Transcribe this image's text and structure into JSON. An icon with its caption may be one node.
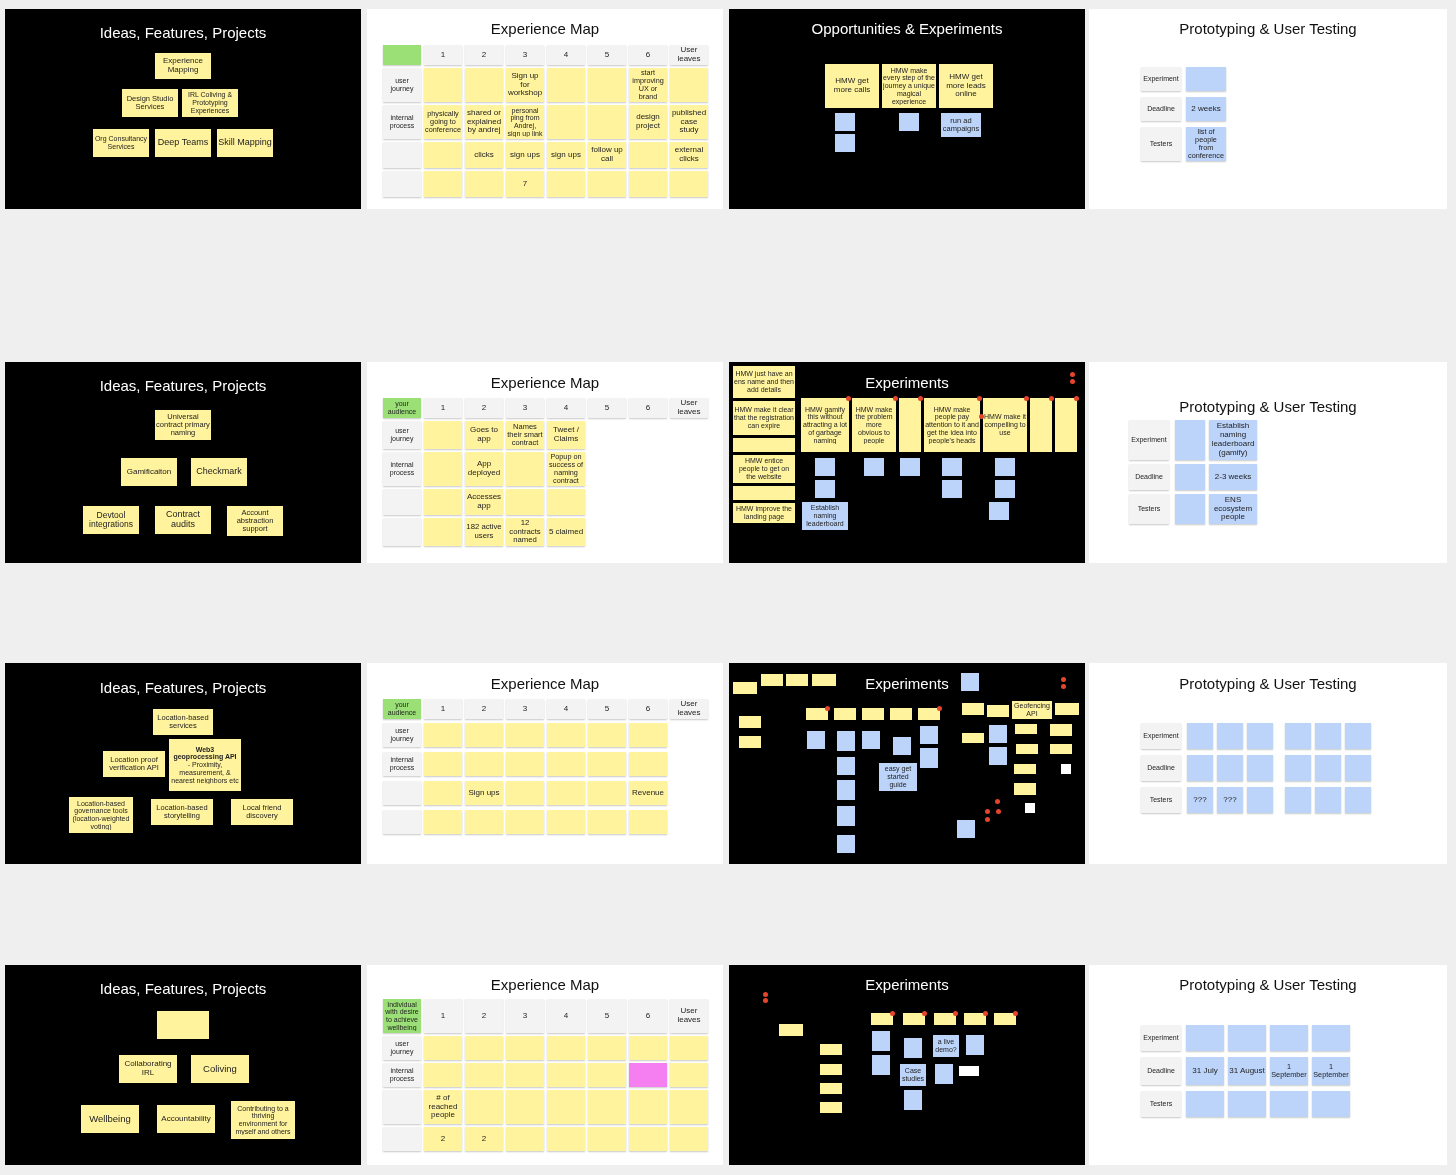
{
  "diagram": {
    "nodes": [
      {
        "text": [
          "Ideas, Features, Projects"
        ]
      },
      {
        "text": [
          "Experience Mapping"
        ],
        "in": 0
      },
      {
        "text": [
          "Design Studio Services"
        ],
        "in": 0
      },
      {
        "text": [
          "IRL Coliving & Prototyping Experiences"
        ],
        "in": 0
      },
      {
        "text": [
          "Org Consultancy Services"
        ],
        "in": 0
      },
      {
        "text": [
          "Deep Teams"
        ],
        "in": 0
      },
      {
        "text": [
          "Skill Mapping"
        ],
        "in": 0
      },
      {
        "text": [
          "Experience Map"
        ]
      },
      {
        "text": [],
        "shape": "box",
        "in": 7
      },
      {
        "text": [
          "1"
        ],
        "in": 7
      },
      {
        "text": [
          "2"
        ],
        "in": 7
      },
      {
        "text": [
          "3"
        ],
        "in": 7
      },
      {
        "text": [
          "4"
        ],
        "in": 7
      },
      {
        "text": [
          "5"
        ],
        "in": 7
      },
      {
        "text": [
          "6"
        ],
        "in": 7
      },
      {
        "text": [
          "User leaves"
        ],
        "in": 7
      },
      {
        "text": [
          "user journey"
        ],
        "in": 7
      },
      {
        "text": [],
        "shape": "box",
        "in": 7
      },
      {
        "text": [],
        "shape": "box",
        "in": 7
      },
      {
        "text": [
          "Sign up for workshop"
        ],
        "in": 7
      },
      {
        "text": [],
        "shape": "box",
        "in": 7
      },
      {
        "text": [],
        "shape": "box",
        "in": 7
      },
      {
        "text": [
          "start improving UX or brand"
        ],
        "in": 7
      },
      {
        "text": [],
        "shape": "box",
        "in": 7
      },
      {
        "text": [
          "internal process"
        ],
        "in": 7
      },
      {
        "text": [
          "physically going to conference"
        ],
        "in": 7
      },
      {
        "text": [
          "shared or explained by andrej"
        ],
        "in": 7
      },
      {
        "text": [
          "personal ping from Andrej, sign up link"
        ],
        "in": 7
      },
      {
        "text": [],
        "shape": "box",
        "in": 7
      },
      {
        "text": [],
        "shape": "box",
        "in": 7
      },
      {
        "text": [
          "design project"
        ],
        "in": 7
      },
      {
        "text": [
          "published case study"
        ],
        "in": 7
      },
      {
        "text": [],
        "shape": "box",
        "in": 7
      },
      {
        "text": [],
        "shape": "box",
        "in": 7
      },
      {
        "text": [
          "clicks"
        ],
        "in": 7
      },
      {
        "text": [
          "sign ups"
        ],
        "in": 7
      },
      {
        "text": [
          "sign ups"
        ],
        "in": 7
      },
      {
        "text": [
          "follow up call"
        ],
        "in": 7
      },
      {
        "text": [],
        "shape": "box",
        "in": 7
      },
      {
        "text": [
          "external clicks"
        ],
        "in": 7
      },
      {
        "text": [],
        "shape": "box",
        "in": 7
      },
      {
        "text": [],
        "shape": "box",
        "in": 7
      },
      {
        "text": [],
        "shape": "box",
        "in": 7
      },
      {
        "text": [
          "7"
        ],
        "in": 7
      },
      {
        "text": [],
        "shape": "box",
        "in": 7
      },
      {
        "text": [],
        "shape": "box",
        "in": 7
      },
      {
        "text": [],
        "shape": "box",
        "in": 7
      },
      {
        "text": [],
        "shape": "box",
        "in": 7
      },
      {
        "text": [
          "Opportunities & Experiments"
        ]
      },
      {
        "text": [
          "HMW get more calls"
        ],
        "in": 48
      },
      {
        "text": [
          "HMW make every step of the journey a unique magical experience"
        ],
        "in": 48
      },
      {
        "text": [
          "HMW get more leads online"
        ],
        "in": 48
      },
      {
        "text": [],
        "shape": "box",
        "in": 48
      },
      {
        "text": [],
        "shape": "box",
        "in": 48
      },
      {
        "text": [],
        "shape": "box",
        "in": 48
      },
      {
        "text": [
          "run ad campaigns"
        ],
        "in": 48
      },
      {
        "text": [
          "Prototyping & User Testing"
        ]
      },
      {
        "text": [
          "Experiment"
        ],
        "in": 56
      },
      {
        "text": [],
        "shape": "box",
        "in": 56
      },
      {
        "text": [
          "Deadline"
        ],
        "in": 56
      },
      {
        "text": [
          "2 weeks"
        ],
        "in": 56
      },
      {
        "text": [
          "Testers"
        ],
        "in": 56
      },
      {
        "text": [
          "list of people from conference"
        ],
        "in": 56
      },
      {
        "text": [
          "Ideas, Features, Projects"
        ]
      },
      {
        "text": [
          "Universal contract primary naming"
        ],
        "in": 63
      },
      {
        "text": [
          "Gamificaiton"
        ],
        "in": 63
      },
      {
        "text": [
          "Checkmark"
        ],
        "in": 63
      },
      {
        "text": [
          "Devtool integrations"
        ],
        "in": 63
      },
      {
        "text": [
          "Contract audits"
        ],
        "in": 63
      },
      {
        "text": [
          "Account abstraction support"
        ],
        "in": 63
      },
      {
        "text": [
          "Experience Map"
        ]
      },
      {
        "text": [
          "your audience"
        ],
        "in": 70
      },
      {
        "text": [
          "1"
        ],
        "in": 70
      },
      {
        "text": [
          "2"
        ],
        "in": 70
      },
      {
        "text": [
          "3"
        ],
        "in": 70
      },
      {
        "text": [
          "4"
        ],
        "in": 70
      },
      {
        "text": [
          "5"
        ],
        "in": 70
      },
      {
        "text": [
          "6"
        ],
        "in": 70
      },
      {
        "text": [
          "User leaves"
        ],
        "in": 70
      },
      {
        "text": [
          "user journey"
        ],
        "in": 70
      },
      {
        "text": [],
        "shape": "box",
        "in": 70
      },
      {
        "text": [
          "Goes to app"
        ],
        "in": 70
      },
      {
        "text": [
          "Names their smart contract"
        ],
        "in": 70
      },
      {
        "text": [
          "Tweet / Claims"
        ],
        "in": 70
      },
      {
        "text": [
          "internal process"
        ],
        "in": 70
      },
      {
        "text": [],
        "shape": "box",
        "in": 70
      },
      {
        "text": [
          "App deployed"
        ],
        "in": 70
      },
      {
        "text": [],
        "shape": "box",
        "in": 70
      },
      {
        "text": [
          "Popup on success of naming contract"
        ],
        "in": 70
      },
      {
        "text": [],
        "shape": "box",
        "in": 70
      },
      {
        "text": [],
        "shape": "box",
        "in": 70
      },
      {
        "text": [
          "Accesses app"
        ],
        "in": 70
      },
      {
        "text": [],
        "shape": "box",
        "in": 70
      },
      {
        "text": [],
        "shape": "box",
        "in": 70
      },
      {
        "text": [],
        "shape": "box",
        "in": 70
      },
      {
        "text": [],
        "shape": "box",
        "in": 70
      },
      {
        "text": [
          "182 active users"
        ],
        "in": 70
      },
      {
        "text": [
          "12 contracts named"
        ],
        "in": 70
      },
      {
        "text": [
          "5 claimed"
        ],
        "in": 70
      },
      {
        "text": [
          "Experiments"
        ]
      },
      {
        "text": [
          "HMW just have an ens name and then add details"
        ],
        "in": 99
      },
      {
        "text": [
          "HMW make it clear that the registration can expire"
        ],
        "in": 99
      },
      {
        "text": [],
        "shape": "box",
        "in": 99
      },
      {
        "text": [
          "HMW entice people to get on the website"
        ],
        "in": 99
      },
      {
        "text": [],
        "shape": "box",
        "in": 99
      },
      {
        "text": [
          "HMW improve the landing page"
        ],
        "in": 99
      },
      {
        "text": [
          "HMW gamify this without attracting a lot of garbage naming"
        ],
        "in": 99
      },
      {
        "text": [
          "HMW make the problem more obvious to people"
        ],
        "in": 99
      },
      {
        "text": [],
        "shape": "box",
        "in": 99
      },
      {
        "text": [
          "HMW make people pay attention to it and get the idea into people's heads"
        ],
        "in": 99
      },
      {
        "text": [
          "HMW make it compelling to use"
        ],
        "in": 99
      },
      {
        "text": [],
        "shape": "box",
        "in": 99
      },
      {
        "text": [],
        "shape": "box",
        "in": 99
      },
      {
        "text": [],
        "shape": "box",
        "in": 99
      },
      {
        "text": [],
        "shape": "box",
        "in": 99
      },
      {
        "text": [
          "Establish naming leaderboard"
        ],
        "in": 99
      },
      {
        "text": [],
        "shape": "box",
        "in": 99
      },
      {
        "text": [],
        "shape": "box",
        "in": 99
      },
      {
        "text": [],
        "shape": "box",
        "in": 99
      },
      {
        "text": [],
        "shape": "box",
        "in": 99
      },
      {
        "text": [],
        "shape": "box",
        "in": 99
      },
      {
        "text": [],
        "shape": "box",
        "in": 99
      },
      {
        "text": [],
        "shape": "box",
        "in": 99
      },
      {
        "text": [
          "Prototyping & User Testing"
        ]
      },
      {
        "text": [
          "Experiment"
        ],
        "in": 123
      },
      {
        "text": [],
        "shape": "box",
        "in": 123
      },
      {
        "text": [
          "Establish naming leaderboard (gamify)"
        ],
        "in": 123
      },
      {
        "text": [
          "Deadline"
        ],
        "in": 123
      },
      {
        "text": [],
        "shape": "box",
        "in": 123
      },
      {
        "text": [
          "2-3 weeks"
        ],
        "in": 123
      },
      {
        "text": [
          "Testers"
        ],
        "in": 123
      },
      {
        "text": [],
        "shape": "box",
        "in": 123
      },
      {
        "text": [
          "ENS ecosystem people"
        ],
        "in": 123
      },
      {
        "text": [
          "Ideas, Features, Projects"
        ]
      },
      {
        "text": [
          "Location-based services"
        ],
        "in": 133
      },
      {
        "text": [
          "Location proof verification API"
        ],
        "in": 133
      },
      {
        "text": [
          "Web3 geoprocessing API",
          "- Proximity, measurement, & nearest neighbors etc"
        ],
        "in": 133
      },
      {
        "text": [
          "Location-based governance tools (location-weighted voting)"
        ],
        "in": 133
      },
      {
        "text": [
          "Location-based storytelling"
        ],
        "in": 133
      },
      {
        "text": [
          "Local friend discovery"
        ],
        "in": 133
      },
      {
        "text": [
          "Experience Map"
        ]
      },
      {
        "text": [
          "your audience"
        ],
        "in": 140
      },
      {
        "text": [
          "1"
        ],
        "in": 140
      },
      {
        "text": [
          "2"
        ],
        "in": 140
      },
      {
        "text": [
          "3"
        ],
        "in": 140
      },
      {
        "text": [
          "4"
        ],
        "in": 140
      },
      {
        "text": [
          "5"
        ],
        "in": 140
      },
      {
        "text": [
          "6"
        ],
        "in": 140
      },
      {
        "text": [
          "User leaves"
        ],
        "in": 140
      },
      {
        "text": [
          "user journey"
        ],
        "in": 140
      },
      {
        "text": [],
        "shape": "box",
        "in": 140
      },
      {
        "text": [],
        "shape": "box",
        "in": 140
      },
      {
        "text": [],
        "shape": "box",
        "in": 140
      },
      {
        "text": [],
        "shape": "box",
        "in": 140
      },
      {
        "text": [],
        "shape": "box",
        "in": 140
      },
      {
        "text": [],
        "shape": "box",
        "in": 140
      },
      {
        "text": [
          "internal process"
        ],
        "in": 140
      },
      {
        "text": [],
        "shape": "box",
        "in": 140
      },
      {
        "text": [],
        "shape": "box",
        "in": 140
      },
      {
        "text": [],
        "shape": "box",
        "in": 140
      },
      {
        "text": [],
        "shape": "box",
        "in": 140
      },
      {
        "text": [],
        "shape": "box",
        "in": 140
      },
      {
        "text": [],
        "shape": "box",
        "in": 140
      },
      {
        "text": [],
        "shape": "box",
        "in": 140
      },
      {
        "text": [],
        "shape": "box",
        "in": 140
      },
      {
        "text": [
          "Sign ups"
        ],
        "in": 140
      },
      {
        "text": [],
        "shape": "box",
        "in": 140
      },
      {
        "text": [],
        "shape": "box",
        "in": 140
      },
      {
        "text": [],
        "shape": "box",
        "in": 140
      },
      {
        "text": [
          "Revenue"
        ],
        "in": 140
      },
      {
        "text": [],
        "shape": "box",
        "in": 140
      },
      {
        "text": [],
        "shape": "box",
        "in": 140
      },
      {
        "text": [],
        "shape": "box",
        "in": 140
      },
      {
        "text": [],
        "shape": "box",
        "in": 140
      },
      {
        "text": [],
        "shape": "box",
        "in": 140
      },
      {
        "text": [],
        "shape": "box",
        "in": 140
      },
      {
        "text": [],
        "shape": "box",
        "in": 140
      },
      {
        "text": [
          "Experiments"
        ]
      },
      {
        "text": [],
        "shape": "box",
        "in": 177
      },
      {
        "text": [],
        "shape": "box",
        "in": 177
      },
      {
        "text": [],
        "shape": "box",
        "in": 177
      },
      {
        "text": [],
        "shape": "box",
        "in": 177
      },
      {
        "text": [],
        "shape": "box",
        "in": 177
      },
      {
        "text": [],
        "shape": "box",
        "in": 177
      },
      {
        "text": [],
        "shape": "box",
        "in": 177
      },
      {
        "text": [],
        "shape": "box",
        "in": 177
      },
      {
        "text": [],
        "shape": "box",
        "in": 177
      },
      {
        "text": [],
        "shape": "box",
        "in": 177
      },
      {
        "text": [],
        "shape": "box",
        "in": 177
      },
      {
        "text": [],
        "shape": "box",
        "in": 177
      },
      {
        "text": [],
        "shape": "box",
        "in": 177
      },
      {
        "text": [],
        "shape": "box",
        "in": 177
      },
      {
        "text": [
          "Geofencing API"
        ],
        "in": 177
      },
      {
        "text": [],
        "shape": "box",
        "in": 177
      },
      {
        "text": [],
        "shape": "box",
        "in": 177
      },
      {
        "text": [],
        "shape": "box",
        "in": 177
      },
      {
        "text": [],
        "shape": "box",
        "in": 177
      },
      {
        "text": [],
        "shape": "box",
        "in": 177
      },
      {
        "text": [],
        "shape": "box",
        "in": 177
      },
      {
        "text": [],
        "shape": "box",
        "in": 177
      },
      {
        "text": [],
        "shape": "box",
        "in": 177
      },
      {
        "text": [],
        "shape": "box",
        "in": 177
      },
      {
        "text": [],
        "shape": "box",
        "in": 177
      },
      {
        "text": [],
        "shape": "box",
        "in": 177
      },
      {
        "text": [
          "easy get started guide"
        ],
        "in": 177
      },
      {
        "text": [],
        "shape": "box",
        "in": 177
      },
      {
        "text": [],
        "shape": "box",
        "in": 177
      },
      {
        "text": [],
        "shape": "box",
        "in": 177
      },
      {
        "text": [],
        "shape": "box",
        "in": 177
      },
      {
        "text": [],
        "shape": "box",
        "in": 177
      },
      {
        "text": [],
        "shape": "box",
        "in": 177
      },
      {
        "text": [],
        "shape": "box",
        "in": 177
      },
      {
        "text": [],
        "shape": "box",
        "in": 177
      },
      {
        "text": [],
        "shape": "box",
        "in": 177
      },
      {
        "text": [],
        "shape": "box",
        "in": 177
      },
      {
        "text": [],
        "shape": "box",
        "in": 177
      },
      {
        "text": [],
        "shape": "box",
        "in": 177
      },
      {
        "text": [
          "Prototyping & User Testing"
        ]
      },
      {
        "text": [
          "Experiment"
        ],
        "in": 217
      },
      {
        "text": [],
        "shape": "box",
        "in": 217
      },
      {
        "text": [],
        "shape": "box",
        "in": 217
      },
      {
        "text": [],
        "shape": "box",
        "in": 217
      },
      {
        "text": [],
        "shape": "box",
        "in": 217
      },
      {
        "text": [],
        "shape": "box",
        "in": 217
      },
      {
        "text": [],
        "shape": "box",
        "in": 217
      },
      {
        "text": [
          "Deadline"
        ],
        "in": 217
      },
      {
        "text": [],
        "shape": "box",
        "in": 217
      },
      {
        "text": [],
        "shape": "box",
        "in": 217
      },
      {
        "text": [],
        "shape": "box",
        "in": 217
      },
      {
        "text": [],
        "shape": "box",
        "in": 217
      },
      {
        "text": [],
        "shape": "box",
        "in": 217
      },
      {
        "text": [],
        "shape": "box",
        "in": 217
      },
      {
        "text": [
          "Testers"
        ],
        "in": 217
      },
      {
        "text": [
          "???"
        ],
        "in": 217
      },
      {
        "text": [
          "???"
        ],
        "in": 217
      },
      {
        "text": [],
        "shape": "box",
        "in": 217
      },
      {
        "text": [],
        "shape": "box",
        "in": 217
      },
      {
        "text": [],
        "shape": "box",
        "in": 217
      },
      {
        "text": [],
        "shape": "box",
        "in": 217
      },
      {
        "text": [
          "Ideas, Features, Projects"
        ]
      },
      {
        "text": [],
        "shape": "box",
        "in": 239
      },
      {
        "text": [
          "Collaborating IRL"
        ],
        "in": 239
      },
      {
        "text": [
          "Coliving"
        ],
        "in": 239
      },
      {
        "text": [
          "Wellbeing"
        ],
        "in": 239
      },
      {
        "text": [
          "Accountability"
        ],
        "in": 239
      },
      {
        "text": [
          "Contributing to a thriving environment for myself and others"
        ],
        "in": 239
      },
      {
        "text": [
          "Experience Map"
        ]
      },
      {
        "text": [
          "Individual with desire to achieve wellbeing"
        ],
        "in": 246
      },
      {
        "text": [
          "1"
        ],
        "in": 246
      },
      {
        "text": [
          "2"
        ],
        "in": 246
      },
      {
        "text": [
          "3"
        ],
        "in": 246
      },
      {
        "text": [
          "4"
        ],
        "in": 246
      },
      {
        "text": [
          "5"
        ],
        "in": 246
      },
      {
        "text": [
          "6"
        ],
        "in": 246
      },
      {
        "text": [
          "User leaves"
        ],
        "in": 246
      },
      {
        "text": [
          "user journey"
        ],
        "in": 246
      },
      {
        "text": [],
        "shape": "box",
        "in": 246
      },
      {
        "text": [],
        "shape": "box",
        "in": 246
      },
      {
        "text": [],
        "shape": "box",
        "in": 246
      },
      {
        "text": [],
        "shape": "box",
        "in": 246
      },
      {
        "text": [],
        "shape": "box",
        "in": 246
      },
      {
        "text": [],
        "shape": "box",
        "in": 246
      },
      {
        "text": [],
        "shape": "box",
        "in": 246
      },
      {
        "text": [
          "internal process"
        ],
        "in": 246
      },
      {
        "text": [],
        "shape": "box",
        "in": 246
      },
      {
        "text": [],
        "shape": "box",
        "in": 246
      },
      {
        "text": [],
        "shape": "box",
        "in": 246
      },
      {
        "text": [],
        "shape": "box",
        "in": 246
      },
      {
        "text": [],
        "shape": "box",
        "in": 246
      },
      {
        "text": [],
        "shape": "box",
        "in": 246
      },
      {
        "text": [],
        "shape": "box",
        "in": 246
      },
      {
        "text": [],
        "shape": "box",
        "in": 246
      },
      {
        "text": [
          "# of reached people"
        ],
        "in": 246
      },
      {
        "text": [],
        "shape": "box",
        "in": 246
      },
      {
        "text": [],
        "shape": "box",
        "in": 246
      },
      {
        "text": [],
        "shape": "box",
        "in": 246
      },
      {
        "text": [],
        "shape": "box",
        "in": 246
      },
      {
        "text": [],
        "shape": "box",
        "in": 246
      },
      {
        "text": [],
        "shape": "box",
        "in": 246
      },
      {
        "text": [],
        "shape": "box",
        "in": 246
      },
      {
        "text": [
          "2"
        ],
        "in": 246
      },
      {
        "text": [
          "2"
        ],
        "in": 246
      },
      {
        "text": [],
        "shape": "box",
        "in": 246
      },
      {
        "text": [],
        "shape": "box",
        "in": 246
      },
      {
        "text": [],
        "shape": "box",
        "in": 246
      },
      {
        "text": [],
        "shape": "box",
        "in": 246
      },
      {
        "text": [],
        "shape": "box",
        "in": 246
      },
      {
        "text": [
          "Experiments"
        ]
      },
      {
        "text": [],
        "shape": "box",
        "in": 287
      },
      {
        "text": [],
        "shape": "box",
        "in": 287
      },
      {
        "text": [],
        "shape": "box",
        "in": 287
      },
      {
        "text": [],
        "shape": "box",
        "in": 287
      },
      {
        "text": [],
        "shape": "box",
        "in": 287
      },
      {
        "text": [],
        "shape": "box",
        "in": 287
      },
      {
        "text": [],
        "shape": "box",
        "in": 287
      },
      {
        "text": [],
        "shape": "box",
        "in": 287
      },
      {
        "text": [],
        "shape": "box",
        "in": 287
      },
      {
        "text": [],
        "shape": "box",
        "in": 287
      },
      {
        "text": [],
        "shape": "box",
        "in": 287
      },
      {
        "text": [],
        "shape": "box",
        "in": 287
      },
      {
        "text": [],
        "shape": "box",
        "in": 287
      },
      {
        "text": [
          "a live demo?"
        ],
        "in": 287
      },
      {
        "text": [],
        "shape": "box",
        "in": 287
      },
      {
        "text": [
          "Case studies"
        ],
        "in": 287
      },
      {
        "text": [],
        "shape": "box",
        "in": 287
      },
      {
        "text": [],
        "shape": "box",
        "in": 287
      },
      {
        "text": [],
        "shape": "box",
        "in": 287
      },
      {
        "text": [
          "Prototyping & User Testing"
        ]
      },
      {
        "text": [
          "Experiment"
        ],
        "in": 307
      },
      {
        "text": [],
        "shape": "box",
        "in": 307
      },
      {
        "text": [],
        "shape": "box",
        "in": 307
      },
      {
        "text": [],
        "shape": "box",
        "in": 307
      },
      {
        "text": [],
        "shape": "box",
        "in": 307
      },
      {
        "text": [
          "Deadline"
        ],
        "in": 307
      },
      {
        "text": [
          "31 July"
        ],
        "in": 307
      },
      {
        "text": [
          "31 August"
        ],
        "in": 307
      },
      {
        "text": [
          "1 September"
        ],
        "in": 307
      },
      {
        "text": [
          "1 September"
        ],
        "in": 307
      },
      {
        "text": [
          "Testers"
        ],
        "in": 307
      },
      {
        "text": [],
        "shape": "box",
        "in": 307
      },
      {
        "text": [],
        "shape": "box",
        "in": 307
      },
      {
        "text": [],
        "shape": "box",
        "in": 307
      },
      {
        "text": [],
        "shape": "box",
        "in": 307
      }
    ]
  }
}
